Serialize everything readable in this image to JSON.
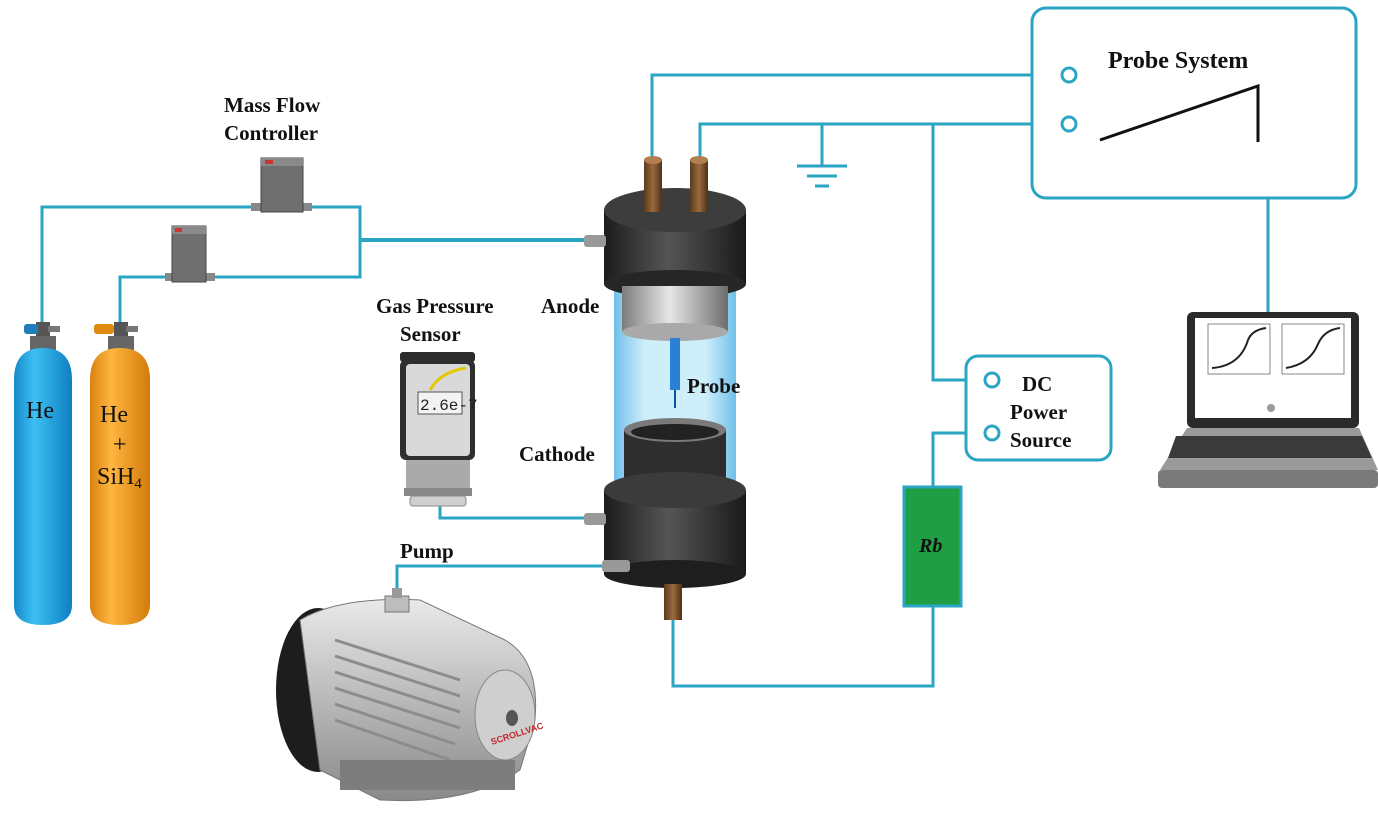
{
  "labels": {
    "mfc_line1": "Mass Flow",
    "mfc_line2": "Controller",
    "gps_line1": "Gas Pressure",
    "gps_line2": "Sensor",
    "anode": "Anode",
    "probe": "Probe",
    "cathode": "Cathode",
    "pump": "Pump",
    "probe_system": "Probe System",
    "dc_line1": "DC",
    "dc_line2": "Power",
    "dc_line3": "Source",
    "resistor": "Rb",
    "cyl_he": "He",
    "cyl_mix_1": "He",
    "cyl_mix_2": "+",
    "cyl_mix_3": "SiH",
    "cyl_mix_sub": "4",
    "gauge_reading": "2.6e-7",
    "pump_brand": "SCROLLVAC"
  },
  "colors": {
    "wire": "#2aa6c4",
    "cyl_he": "#1fa7e6",
    "cyl_mix": "#f3a01e",
    "resistor": "#1f9e46",
    "chamber_glow": "#bfe6f7",
    "flange": "#2b2b2b"
  }
}
